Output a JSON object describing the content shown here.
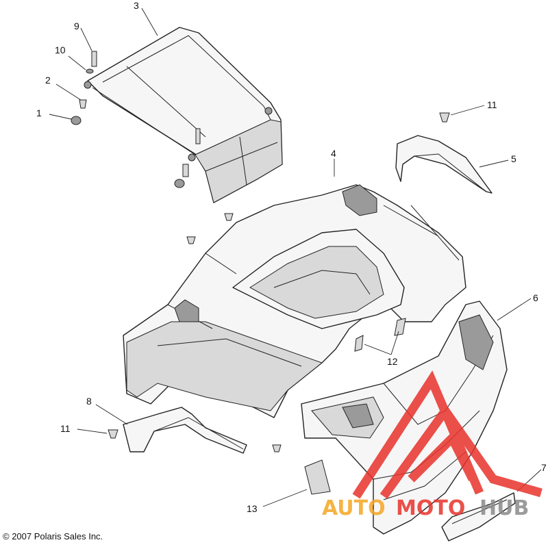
{
  "copyright": "© 2007 Polaris Sales Inc.",
  "watermark": {
    "part1": "AUTO",
    "part2": "MOTO",
    "part3": "HUB",
    "color_orange": "#f5a623",
    "color_red": "#e8332b",
    "color_gray": "#8a8a8a"
  },
  "callouts": {
    "c1": "1",
    "c2": "2",
    "c3": "3",
    "c4": "4",
    "c5": "5",
    "c6": "6",
    "c7": "7",
    "c8": "8",
    "c9": "9",
    "c10": "10",
    "c11a": "11",
    "c11b": "11",
    "c12": "12",
    "c13": "13"
  }
}
